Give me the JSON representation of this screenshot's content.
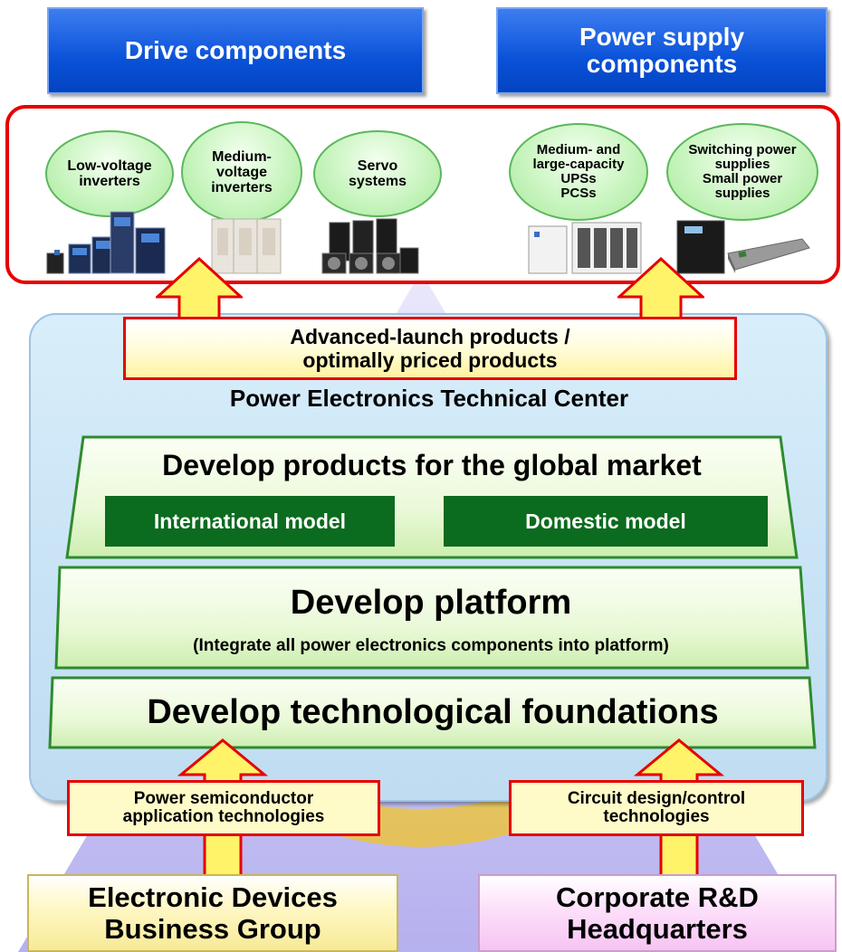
{
  "header": {
    "drive": "Drive components",
    "power_supply": "Power supply components"
  },
  "products": {
    "low_voltage": "Low-voltage inverters",
    "medium_voltage": "Medium-voltage inverters",
    "servo": "Servo systems",
    "ups_line1": "Medium- and large-capacity UPSs",
    "ups_line2": "PCSs",
    "switching_line1": "Switching power supplies",
    "switching_line2": "Small power supplies"
  },
  "launch_banner": {
    "line1": "Advanced-launch products /",
    "line2": "optimally priced products"
  },
  "center_title": "Power Electronics Technical Center",
  "global_market": {
    "title": "Develop products for the global market",
    "international": "International model",
    "domestic": "Domestic model"
  },
  "platform": {
    "title": "Develop platform",
    "subtitle": "(Integrate all power electronics components into platform)"
  },
  "foundations": "Develop technological foundations",
  "inputs": {
    "semiconductor": "Power semiconductor application technologies",
    "circuit": "Circuit design/control technologies"
  },
  "sources": {
    "electronic_devices": "Electronic Devices Business Group",
    "corporate_rd": "Corporate R&D Headquarters"
  },
  "colors": {
    "header_blue": "#0a52d8",
    "panel_red": "#e60000",
    "oval_green": "#c9f5c0",
    "center_blue": "#c8e3f5",
    "layer_green": "#2e8b2e",
    "model_green": "#0b6b1e",
    "arrow_yellow": "#fff36a",
    "pyramid_lavender": "#b9b4ef"
  }
}
